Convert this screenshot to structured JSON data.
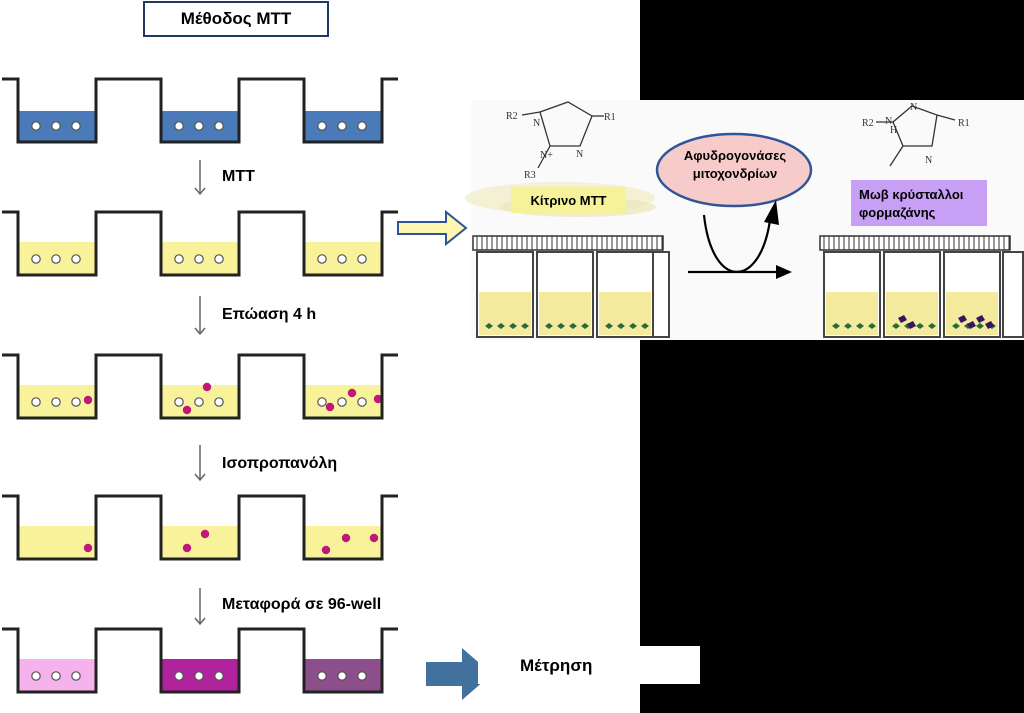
{
  "title": "Μέθοδος MTT",
  "steps": [
    {
      "label": "MTT"
    },
    {
      "label": "Επώαση 4 h"
    },
    {
      "label": "Ισοπροπανόλη"
    },
    {
      "label": "Μεταφορά σε 96-well"
    }
  ],
  "measure_label": "Μέτρηση",
  "reaction": {
    "left_label": "Κίτρινο MTT",
    "enzyme_line1": "Αφυδρογονάσες",
    "enzyme_line2": "μιτοχονδρίων",
    "right_label_line1": "Μωβ κρύσταλλοι",
    "right_label_line2": "φορμαζάνης"
  },
  "molecule_atoms": {
    "left": [
      "R2",
      "N",
      "N+",
      "N",
      "R3",
      "R1"
    ],
    "right": [
      "R2",
      "N",
      "H",
      "N",
      "N",
      "R1"
    ]
  },
  "colors": {
    "blue_fill": "#4a7ab8",
    "yellow_fill": "#f8f29a",
    "pink_fill": "#f5b2ec",
    "magenta_fill": "#b0239c",
    "mauve_fill": "#8d4f8c",
    "dot_magenta": "#c0187a",
    "arrow_blue": "#41719c",
    "enzyme_fill": "#f8cbcb",
    "enzyme_border": "#2f5597",
    "label_yellow": "#f5f29a",
    "label_purple": "#c7a0f5"
  }
}
